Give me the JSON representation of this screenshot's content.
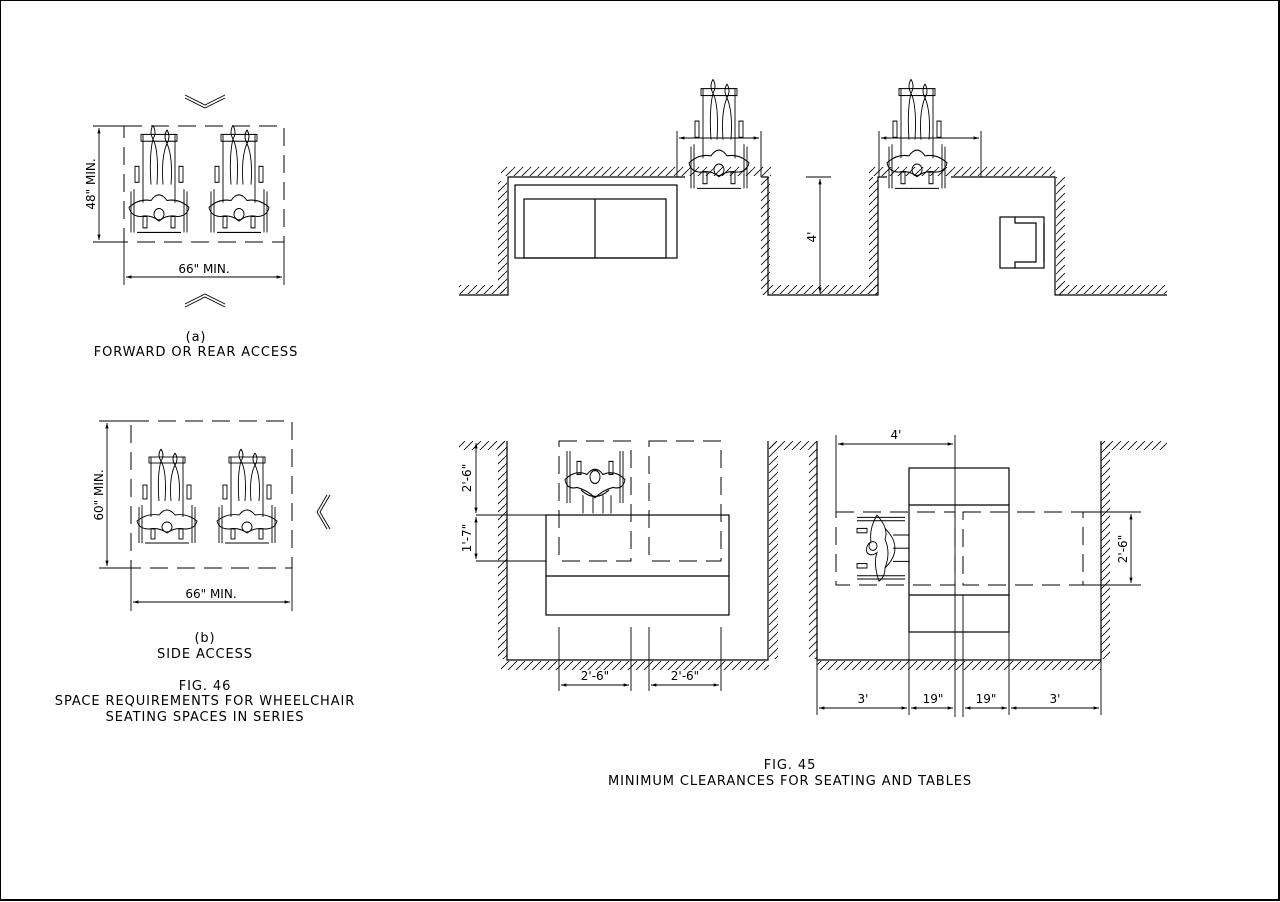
{
  "figure_46": {
    "number": "FIG. 46",
    "title_line1": "SPACE REQUIREMENTS FOR WHEELCHAIR",
    "title_line2": "SEATING SPACES IN SERIES",
    "part_a": {
      "letter": "(a)",
      "label": "FORWARD OR REAR ACCESS",
      "height_dim": "48\" MIN.",
      "width_dim": "66\" MIN.",
      "access_marks": [
        "chevron-down",
        "chevron-up"
      ]
    },
    "part_b": {
      "letter": "(b)",
      "label": "SIDE ACCESS",
      "height_dim": "60\" MIN.",
      "width_dim": "66\" MIN.",
      "access_marks": [
        "chevron-left"
      ]
    }
  },
  "figure_45": {
    "number": "FIG. 45",
    "title": "MINIMUM CLEARANCES FOR SEATING AND TABLES",
    "upper_plan": {
      "aisle_depth_dim": "4'"
    },
    "lower_left_plan": {
      "clearance_dim": "2'-6\"",
      "knee_dim": "1'-7\"",
      "seat_width_dims": [
        "2'-6\"",
        "2'-6\""
      ]
    },
    "lower_right_plan": {
      "top_dim": "4'",
      "side_dim": "2'-6\"",
      "bottom_dims": [
        "3'",
        "19\"",
        "19\"",
        "3'"
      ]
    }
  }
}
